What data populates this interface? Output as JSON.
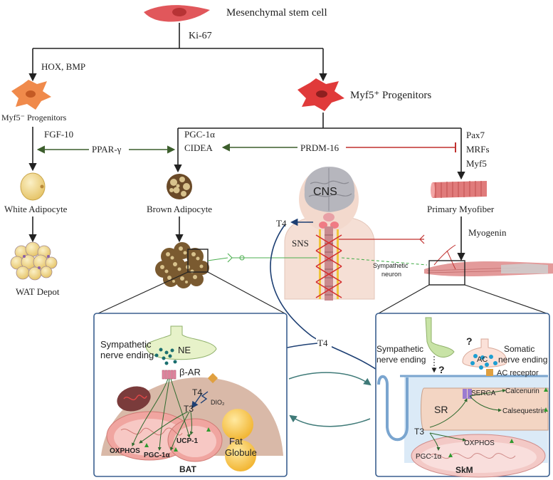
{
  "nodes": {
    "msc": "Mesenchymal stem cell",
    "ki67": "Ki-67",
    "hox": "HOX, BMP",
    "myf5neg": "Myf5⁻ Progenitors",
    "myf5pos": "Myf5⁺ Progenitors",
    "fgf10": "FGF-10",
    "pparg": "PPAR-γ",
    "pgc1a": "PGC-1α",
    "cidea": "CIDEA",
    "prdm16": "PRDM-16",
    "pax7": "Pax7",
    "mrfs": "MRFs",
    "myf5": "Myf5",
    "white_adipocyte": "White Adipocyte",
    "brown_adipocyte": "Brown Adipocyte",
    "primary_myofiber": "Primary Myofiber",
    "myogenin": "Myogenin",
    "wat_depot": "WAT Depot",
    "cns": "CNS",
    "sns": "SNS",
    "t4_brain": "T4",
    "sympathetic_neuron_1": "Sympathetic",
    "sympathetic_neuron_2": "neuron",
    "t4_mid": "T4"
  },
  "bat_panel": {
    "title": "BAT",
    "symp_ending_1": "Sympathetic",
    "symp_ending_2": "nerve ending",
    "ne": "NE",
    "beta_ar": "β-AR",
    "t4": "T4",
    "t3": "T3",
    "dio2": "DIO₂",
    "oxphos": "OXPHOS",
    "pgc1a": "PGC-1α",
    "ucp1": "UCP-1",
    "fat_1": "Fat",
    "fat_2": "Globule"
  },
  "skm_panel": {
    "title": "SkM",
    "symp_ending_1": "Sympathetic",
    "symp_ending_2": "nerve ending",
    "somatic_1": "Somatic",
    "somatic_2": "nerve ending",
    "q1": "?",
    "q2": "?",
    "ac": "AC",
    "ac_receptor": "AC receptor",
    "serca": "SERCA",
    "calcenurin": "Calcenurin",
    "calsequestrin": "Calsequestrin",
    "sr": "SR",
    "t3": "T3",
    "pgc1a": "PGC-1α",
    "oxphos": "OXPHOS"
  },
  "colors": {
    "black_arrow": "#222222",
    "green_arrow": "#3c5e2c",
    "red_inhibit": "#c0312f",
    "blue_arrow": "#1d3f73",
    "teal_arrow": "#3f7a78",
    "panel_border": "#3a5f8f",
    "brown_fat": "#8b6a3e",
    "white_fat": "#f1dc95"
  }
}
